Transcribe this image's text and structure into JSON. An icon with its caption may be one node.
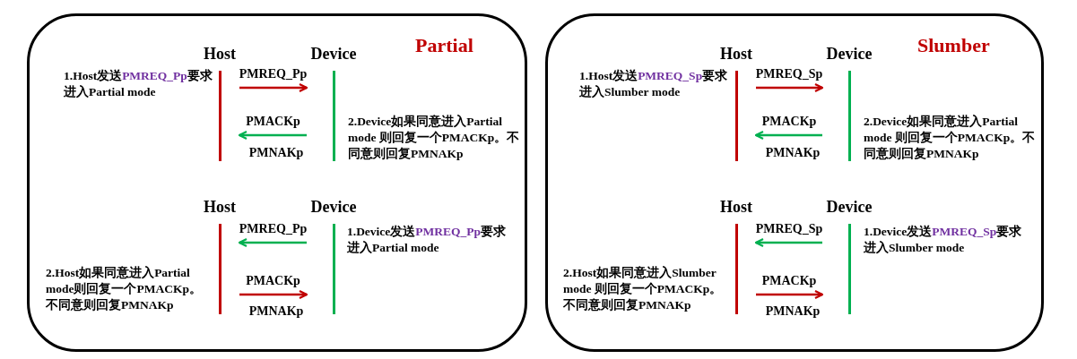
{
  "diagram": {
    "nodes": [
      {
        "text": [
          "Partial"
        ]
      },
      {
        "text": [
          "Host"
        ],
        "in": 0
      },
      {
        "text": [
          "Device"
        ],
        "in": 0
      },
      {
        "text": [
          "Host"
        ],
        "in": 0
      },
      {
        "text": [
          "Device"
        ],
        "in": 0
      },
      {
        "text": [
          "Slumber"
        ]
      },
      {
        "text": [
          "Host"
        ],
        "in": 5
      },
      {
        "text": [
          "Device"
        ],
        "in": 5
      },
      {
        "text": [
          "Host"
        ],
        "in": 5
      },
      {
        "text": [
          "Device"
        ],
        "in": 5
      }
    ],
    "edges": [
      {
        "from": 1,
        "to": 2,
        "arrow": "to",
        "label": "PMREQ_Pp",
        "color": "#c00000"
      },
      {
        "from": 2,
        "to": 1,
        "arrow": "to",
        "label": "PMACKp",
        "color": "#00b050"
      },
      {
        "from": 4,
        "to": 3,
        "arrow": "to",
        "label": "PMREQ_Pp",
        "color": "#00b050"
      },
      {
        "from": 3,
        "to": 4,
        "arrow": "to",
        "label": "PMACKp",
        "color": "#c00000"
      },
      {
        "from": 6,
        "to": 7,
        "arrow": "to",
        "label": "PMREQ_Sp",
        "color": "#c00000"
      },
      {
        "from": 7,
        "to": 6,
        "arrow": "to",
        "label": "PMACKp",
        "color": "#00b050"
      },
      {
        "from": 9,
        "to": 8,
        "arrow": "to",
        "label": "PMREQ_Sp",
        "color": "#00b050"
      },
      {
        "from": 8,
        "to": 9,
        "arrow": "to",
        "label": "PMACKp",
        "color": "#c00000"
      }
    ],
    "labels": [
      "1.Host发送**PMREQ_Pp**要求进入Partial mode",
      "PMNAKp",
      "2.Device如果同意进入Partial mode 则回复一个PMACKp。不同意则回复PMNAKp",
      "1.Device发送**PMREQ_Pp**要求进入Partial mode",
      "2.Host如果同意进入Partial mode则回复一个PMACKp。不同意则回复PMNAKp",
      "PMNAKp",
      "1.Host发送**PMREQ_Sp**要求进入Slumber mode",
      "PMNAKp",
      "2.Device如果同意进入Partial mode 则回复一个PMACKp。不同意则回复PMNAKp",
      "1.Device发送**PMREQ_Sp**要求进入Slumber mode",
      "2.Host如果同意进入Slumber mode 则回复一个PMACKp。不同意则回复PMNAKp",
      "PMNAKp"
    ]
  }
}
